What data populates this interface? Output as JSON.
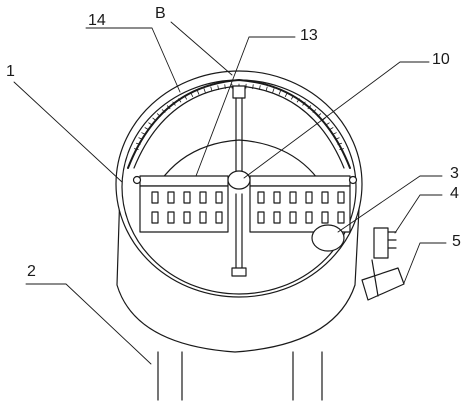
{
  "labels": {
    "l1": "1",
    "l14": "14",
    "lB": "B",
    "l13": "13",
    "l10": "10",
    "l3": "3",
    "l4": "4",
    "l5": "5",
    "l2": "2"
  },
  "colors": {
    "stroke": "#1a1a1a",
    "background": "#ffffff"
  }
}
